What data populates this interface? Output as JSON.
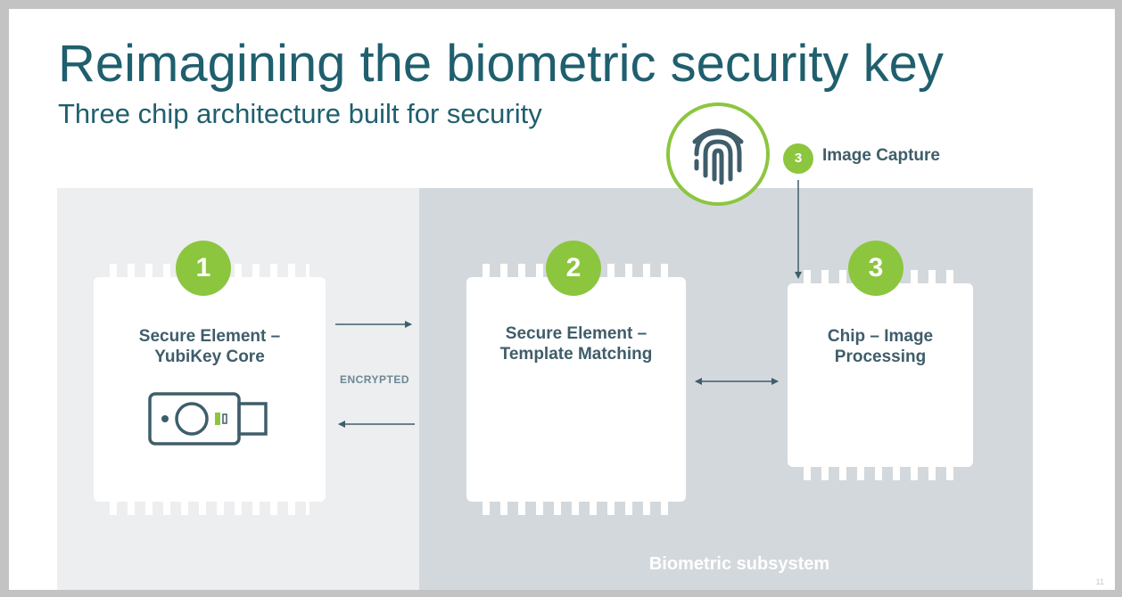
{
  "slide": {
    "title": "Reimagining the biometric security key",
    "subtitle": "Three chip architecture built for security",
    "page_number": "11"
  },
  "chips": [
    {
      "badge": "1",
      "label": "Secure Element –\nYubiKey Core"
    },
    {
      "badge": "2",
      "label": "Secure Element –\nTemplate Matching"
    },
    {
      "badge": "3",
      "label": "Chip – Image\nProcessing"
    }
  ],
  "links": {
    "encrypted_label": "ENCRYPTED"
  },
  "capture": {
    "badge": "3",
    "label": "Image Capture",
    "icon": "fingerprint-icon"
  },
  "subsystem": {
    "label": "Biometric subsystem"
  },
  "colors": {
    "title": "#1f5f6e",
    "accent_green": "#8cc63f",
    "panel_left": "#eceef0",
    "panel_right": "#d3d8dd",
    "chip_text": "#3f5d6a"
  }
}
